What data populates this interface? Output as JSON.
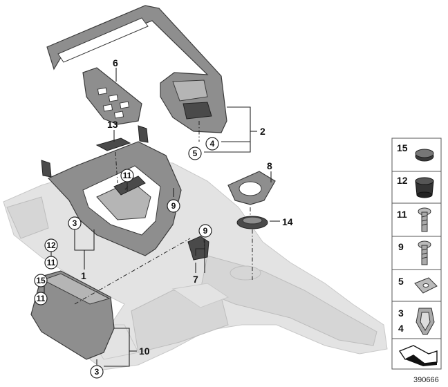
{
  "callouts": {
    "c2": "2",
    "c4": "4",
    "c5": "5",
    "c6": "6",
    "c13": "13",
    "c11a": "11",
    "c8": "8",
    "c9a": "9",
    "c3a": "3",
    "c1": "1",
    "c14": "14",
    "c9b": "9",
    "c7": "7",
    "c12": "12",
    "c11b": "11",
    "c15": "15",
    "c11c": "11",
    "c10": "10",
    "c3b": "3"
  },
  "legend": {
    "rows": [
      {
        "label": "15"
      },
      {
        "label": "12"
      },
      {
        "label": "11"
      },
      {
        "label": "9"
      },
      {
        "label": "5"
      },
      {
        "label": "3",
        "label2": "4"
      }
    ]
  },
  "diagram_number": "390666"
}
